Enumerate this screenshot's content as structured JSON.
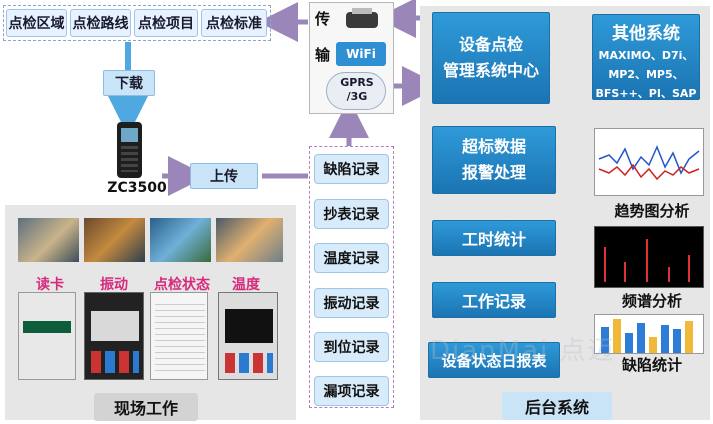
{
  "top_tabs": [
    "点检区域",
    "点检路线",
    "点检项目",
    "点检标准"
  ],
  "download": "下载",
  "device": "ZC3500",
  "upload": "上传",
  "transfer": {
    "line1": "传",
    "line2": "输",
    "wifi": "WiFi",
    "gprs1": "GPRS",
    "gprs2": "/3G"
  },
  "records": [
    "缺陷记录",
    "抄表记录",
    "温度记录",
    "振动记录",
    "到位记录",
    "漏项记录"
  ],
  "center": {
    "line1": "设备点检",
    "line2": "管理系统中心"
  },
  "other": {
    "title": "其他系统",
    "lines": [
      "MAXIMO、D7i、",
      "MP2、MP5、",
      "BFS++、PI、SAP"
    ]
  },
  "alarm": {
    "line1": "超标数据",
    "line2": "报警处理"
  },
  "stats": [
    "工时统计",
    "工作记录",
    "设备状态日报表"
  ],
  "chart_captions": [
    "趋势图分析",
    "频谱分析",
    "缺陷统计"
  ],
  "field_labels": [
    "读卡",
    "振动",
    "点检状态",
    "温度"
  ],
  "field_title": "现场工作",
  "backend_title": "后台系统",
  "watermark": "DianMai 点迈",
  "colors": {
    "accent": "#1b74b3",
    "arrow": "#9a86b8",
    "pink": "#d62a7d"
  }
}
